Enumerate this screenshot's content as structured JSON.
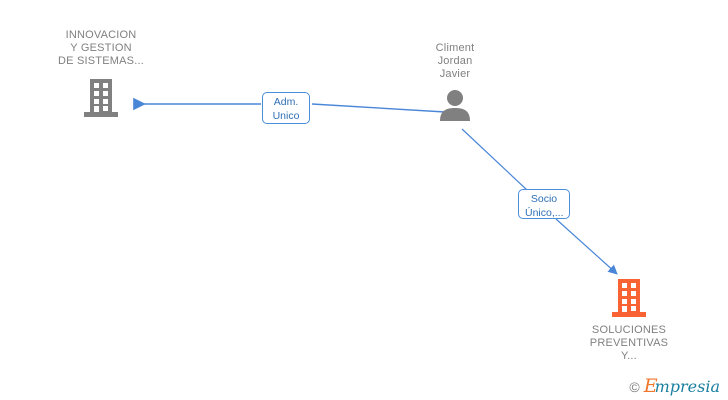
{
  "diagram": {
    "type": "relationship-graph",
    "background": "#ffffff",
    "edge_color": "#4a86d8",
    "company_gray": "#808080",
    "company_orange": "#f96233",
    "person_color": "#808080",
    "label_box_border": "#4a90d9",
    "label_box_text": "#2f6fb5",
    "node_label_color": "#808080"
  },
  "nodes": {
    "company_left": {
      "icon": "building-icon",
      "label": "INNOVACION\nY GESTION\nDE SISTEMAS...",
      "color": "#808080"
    },
    "person_center": {
      "icon": "person-icon",
      "label": "Climent\nJordan\nJavier",
      "color": "#808080"
    },
    "company_bottom": {
      "icon": "building-icon",
      "label": "SOLUCIONES\nPREVENTIVAS\nY...",
      "color": "#f96233"
    }
  },
  "edges": [
    {
      "from": "person_center",
      "to": "company_left",
      "label": "Adm.\nUnico",
      "direction": "left"
    },
    {
      "from": "person_center",
      "to": "company_bottom",
      "label": "Socio\nÚnico,...",
      "direction": "down-right"
    }
  ],
  "watermark": {
    "copyright": "©",
    "brand_first": "E",
    "brand_rest": "mpresia"
  }
}
